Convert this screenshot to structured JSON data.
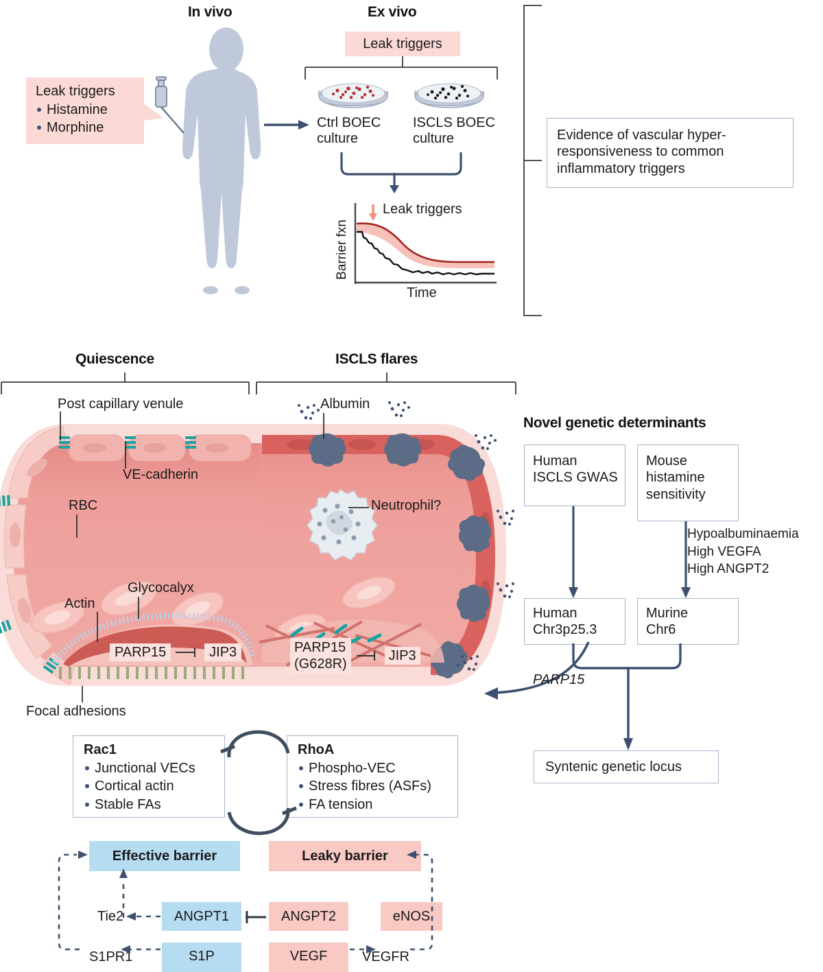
{
  "top_panel": {
    "in_vivo_title": "In vivo",
    "ex_vivo_title": "Ex vivo",
    "callout": {
      "heading": "Leak triggers",
      "items": [
        "Histamine",
        "Morphine"
      ]
    },
    "ex_vivo_trigger_label": "Leak triggers",
    "dishes": [
      {
        "label_line1": "Ctrl BOEC",
        "label_line2": "culture",
        "dot_color": "#b3312c"
      },
      {
        "label_line1": "ISCLS BOEC",
        "label_line2": "culture",
        "dot_color": "#141414"
      }
    ],
    "graph": {
      "ylabel": "Barrier fxn",
      "xlabel": "Time",
      "annotation": "Leak triggers",
      "arrow_color": "#f0907f",
      "upper_curve_color": "#a32520",
      "lower_curve_color": "#111111",
      "fill_color": "#f7c1bb"
    },
    "conclusion_box": "Evidence of vascular hyper-responsiveness to common inflammatory triggers"
  },
  "vessel_panels": {
    "left_title": "Quiescence",
    "right_title": "ISCLS flares",
    "left_labels": {
      "venule": "Post capillary venule",
      "ve_cadherin": "VE-cadherin",
      "rbc": "RBC",
      "actin": "Actin",
      "glycocalyx": "Glycocalyx",
      "focal_adhesions": "Focal adhesions",
      "parp15": "PARP15",
      "jip3": "JIP3"
    },
    "right_labels": {
      "albumin": "Albumin",
      "neutrophil": "Neutrophil?",
      "parp15_line1": "PARP15",
      "parp15_line2": "(G628R)",
      "jip3": "JIP3"
    }
  },
  "genetics": {
    "title": "Novel genetic determinants",
    "human_gwas": "Human\nISCLS GWAS",
    "mouse_hist": "Mouse\nhistamine\nsensitivity",
    "phenotypes": [
      "Hypoalbuminaemia",
      "High VEGFA",
      "High ANGPT2"
    ],
    "human_chr": "Human\nChr3p25.3",
    "murine_chr": "Murine\nChr6",
    "parp15_arrow_label": "PARP15",
    "syntenic": "Syntenic genetic locus"
  },
  "gtpase": {
    "rac1": {
      "title": "Rac1",
      "items": [
        "Junctional VECs",
        "Cortical actin",
        "Stable FAs"
      ]
    },
    "rhoa": {
      "title": "RhoA",
      "items": [
        "Phospho-VEC",
        "Stress fibres (ASFs)",
        "FA tension"
      ]
    }
  },
  "barrier": {
    "effective": "Effective barrier",
    "leaky": "Leaky barrier",
    "tie2": "Tie2",
    "angpt1": "ANGPT1",
    "angpt2": "ANGPT2",
    "enos": "eNOS",
    "s1pr1": "S1PR1",
    "s1p": "S1P",
    "vegf": "VEGF",
    "vegfr": "VEGFR"
  },
  "colors": {
    "pink_fill": "#f9c9c4",
    "pale_pink": "#fbd9d5",
    "blue_fill": "#b6dcf2",
    "navy": "#3d5070",
    "box_border": "#a7b2c8",
    "teal": "#17a3a0",
    "vessel_wall": "#f6d0cb",
    "lumen": "#ef9f9b"
  }
}
